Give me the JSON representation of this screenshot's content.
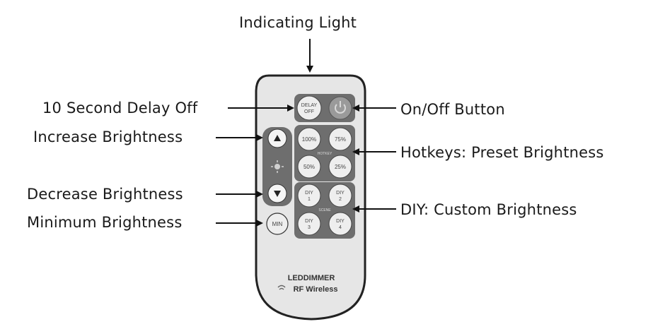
{
  "callouts": {
    "indicating_light": "Indicating Light",
    "delay_off": "10 Second Delay Off",
    "increase": "Increase Brightness",
    "decrease": "Decrease Brightness",
    "minimum": "Minimum Brightness",
    "on_off": "On/Off Button",
    "hotkeys": "Hotkeys: Preset Brightness",
    "diy": "DIY: Custom Brightness"
  },
  "remote": {
    "buttons": {
      "delay_line1": "DELAY",
      "delay_line2": "OFF",
      "p100": "100%",
      "p75": "75%",
      "p50": "50%",
      "p25": "25%",
      "hotkey_label": "HOTKEY",
      "diy1_line1": "DIY",
      "diy1_line2": "1",
      "diy2_line1": "DIY",
      "diy2_line2": "2",
      "diy3_line1": "DIY",
      "diy3_line2": "3",
      "diy4_line1": "DIY",
      "diy4_line2": "4",
      "scene_label": "SCENE",
      "min": "MIN"
    },
    "brand_line1": "LEDDIMMER",
    "brand_line2": "RF Wireless"
  }
}
